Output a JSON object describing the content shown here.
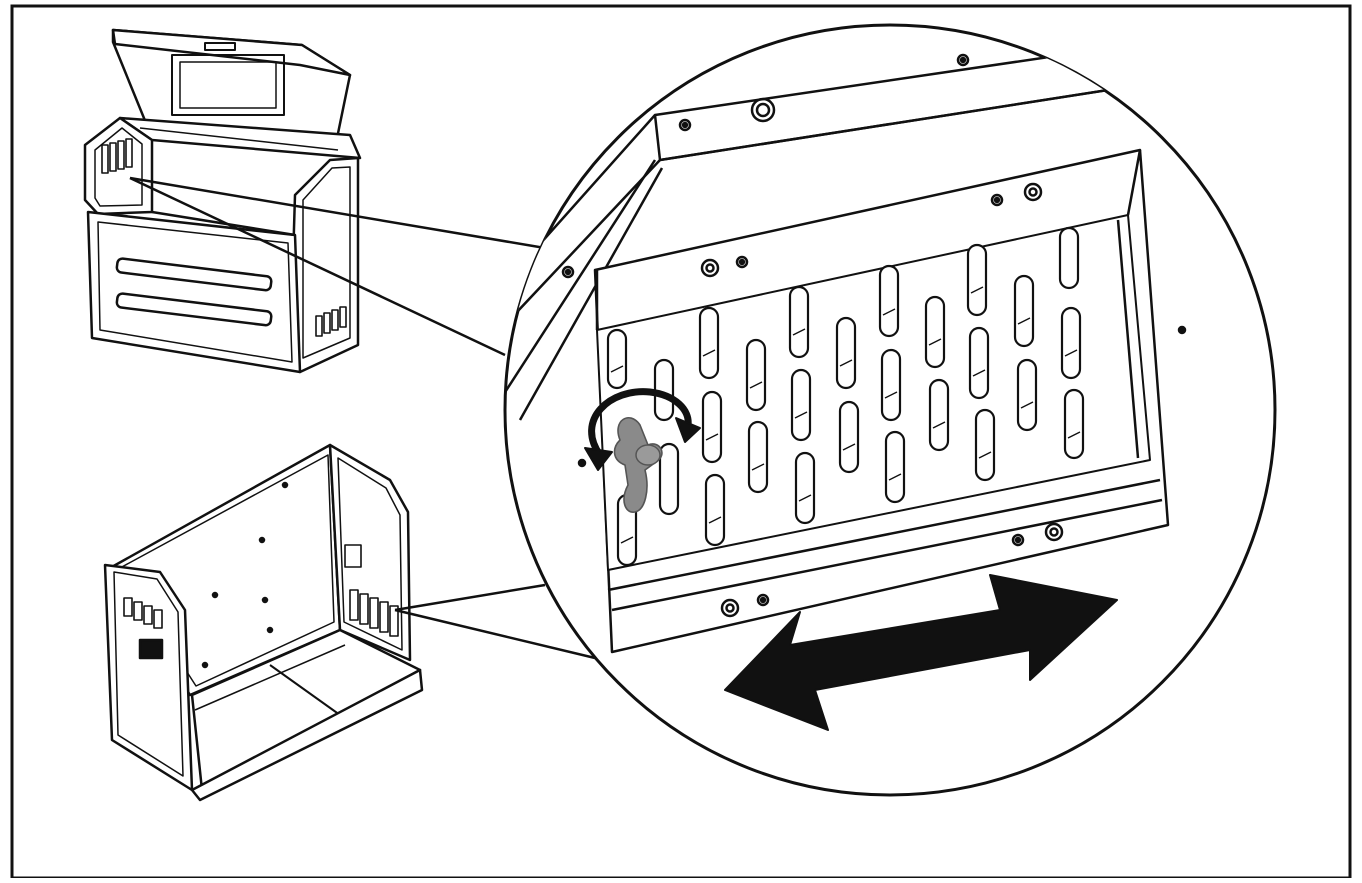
{
  "figure": {
    "kind": "assembly-instruction-line-drawing",
    "colors": {
      "line": "#111111",
      "background": "#ffffff",
      "wingnut": "#8a8a8a",
      "arrow_fill": "#111111"
    },
    "icons": [
      "rotate-arrow-icon",
      "double-headed-arrow-icon",
      "wing-nut-icon"
    ],
    "views": [
      "enclosure-closed-lid-open",
      "enclosure-back-open",
      "detail-magnifier-circle"
    ]
  }
}
